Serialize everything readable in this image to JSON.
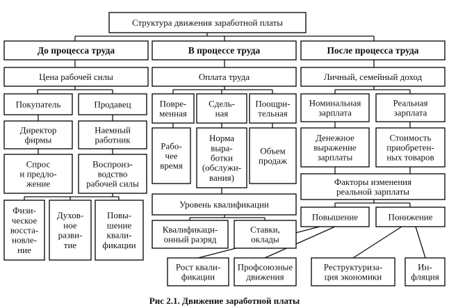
{
  "title": "Структура движения заработной платы",
  "caption": "Рис 2.1. Движение заработной платы",
  "nodes": {
    "root": [
      "Структура движения заработной платы"
    ],
    "before": [
      "До процесса труда"
    ],
    "during": [
      "В процессе труда"
    ],
    "after": [
      "После процесса труда"
    ],
    "labor_price": [
      "Цена рабочей силы"
    ],
    "labor_pay": [
      "Оплата труда"
    ],
    "income": [
      "Личный, семейный доход"
    ],
    "buyer": [
      "Покупатель"
    ],
    "seller": [
      "Продавец"
    ],
    "director": [
      "Директор",
      "фирмы"
    ],
    "hired": [
      "Наемный",
      "работник"
    ],
    "supply": [
      "Спрос",
      "и предло-",
      "жение"
    ],
    "reprod": [
      "Воспроиз-",
      "водство",
      "рабочей силы"
    ],
    "physical": [
      "Физи-",
      "ческое",
      "восста-",
      "новле-",
      "ние"
    ],
    "spiritual": [
      "Духов-",
      "ное",
      "разви-",
      "тие"
    ],
    "skill_up": [
      "Повы-",
      "шение",
      "квали-",
      "фикации"
    ],
    "time_pay": [
      "Повре-",
      "менная"
    ],
    "piece_pay": [
      "Сдель-",
      "ная"
    ],
    "bonus_pay": [
      "Поощри-",
      "тельная"
    ],
    "work_time": [
      "Рабо-",
      "чее",
      "время"
    ],
    "norm": [
      "Норма",
      "выра-",
      "ботки",
      "(обслужи-",
      "вания)"
    ],
    "sales": [
      "Объем",
      "продаж"
    ],
    "qual_level": [
      "Уровень квалификации"
    ],
    "qual_grade": [
      "Квалификаци-",
      "онный разряд"
    ],
    "rates": [
      "Ставки,",
      "оклады"
    ],
    "nominal": [
      "Номинальная",
      "зарплата"
    ],
    "real": [
      "Реальная",
      "зарплата"
    ],
    "monetary": [
      "Денежное",
      "выражение",
      "зарплаты"
    ],
    "cost": [
      "Стоимость",
      "приобретен-",
      "ных товаров"
    ],
    "factors": [
      "Факторы изменения",
      "реальной зарплаты"
    ],
    "increase": [
      "Повышение"
    ],
    "decrease": [
      "Понижение"
    ],
    "qual_growth": [
      "Рост квали-",
      "фикации"
    ],
    "unions": [
      "Профсоюзные",
      "движения"
    ],
    "restructure": [
      "Реструктуриза-",
      "ция экономики"
    ],
    "inflation": [
      "Ин-",
      "фляция"
    ]
  }
}
